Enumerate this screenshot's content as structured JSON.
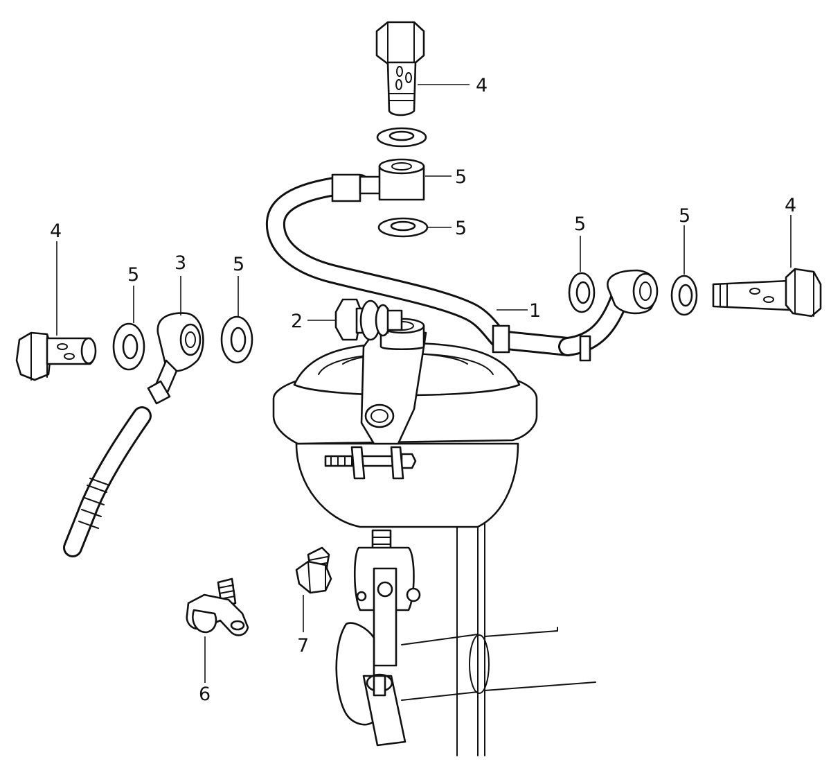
{
  "callouts": {
    "c1": "1",
    "c2": "2",
    "c3": "3",
    "c4_top": "4",
    "c4_left": "4",
    "c4_right": "4",
    "c5_top_upper": "5",
    "c5_top_lower": "5",
    "c5_left_a": "5",
    "c5_left_b": "5",
    "c5_right_a": "5",
    "c5_right_b": "5",
    "c6": "6",
    "c7": "7"
  }
}
